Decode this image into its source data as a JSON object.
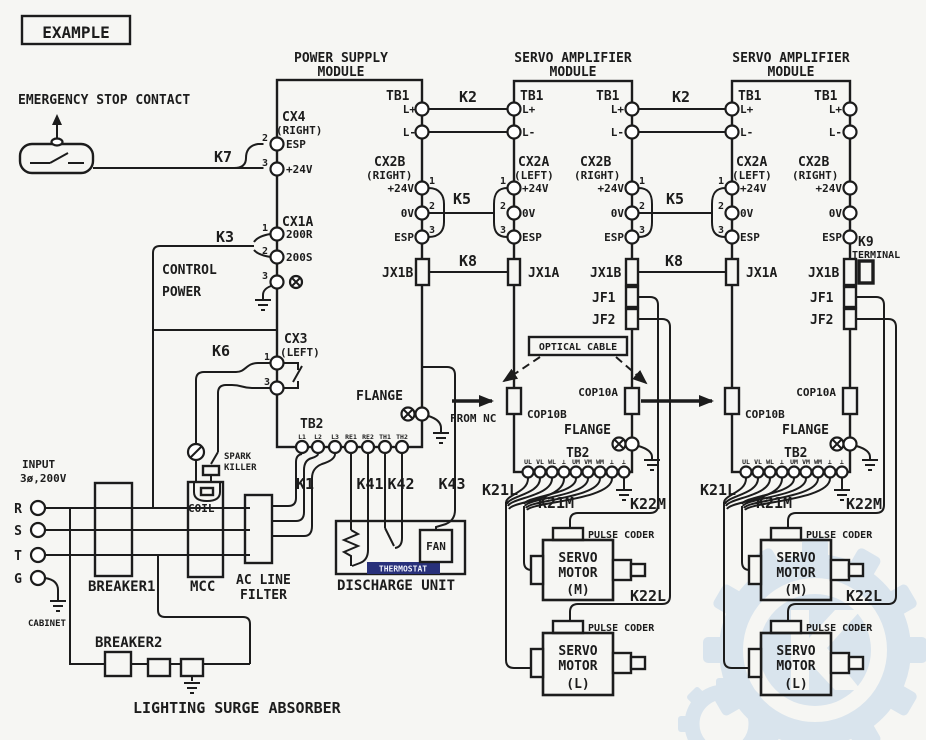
{
  "colors": {
    "background": "#f6f6f3",
    "line": "#1c1c1c",
    "thermostat_bg": "#28307a",
    "thermostat_text": "#eef0fa",
    "watermark": "#bdd3e8"
  },
  "example": "EXAMPLE",
  "emergency_stop": "EMERGENCY STOP CONTACT",
  "input": {
    "title1": "INPUT",
    "title2": "3ø,200V",
    "r": "R",
    "s": "S",
    "t": "T",
    "g": "G",
    "cabinet": "CABINET"
  },
  "chain": {
    "breaker1": "BREAKER1",
    "mcc": "MCC",
    "coil": "COIL",
    "spark1": "SPARK",
    "spark2": "KILLER",
    "filter1": "AC LINE",
    "filter2": "FILTER",
    "breaker2": "BREAKER2",
    "surge": "LIGHTING SURGE ABSORBER"
  },
  "discharge": {
    "title": "DISCHARGE UNIT",
    "thermostat": "THERMOSTAT",
    "fan": "FAN"
  },
  "control": {
    "line1": "CONTROL",
    "line2": "POWER"
  },
  "labels": {
    "optical": "OPTICAL CABLE",
    "from_nc": "FROM NC",
    "k9": "K9",
    "k9_terminal": "TERMINAL"
  },
  "cables": {
    "k7": "K7",
    "k3": "K3",
    "k6": "K6",
    "k1": "K1",
    "k41": "K41",
    "k42": "K42",
    "k43": "K43",
    "k2": "K2",
    "k5": "K5",
    "k8": "K8",
    "k21l": "K21L",
    "k21m": "K21M",
    "k22m": "K22M",
    "k22l": "K22L"
  },
  "common": {
    "tb1": "TB1",
    "tb2": "TB2",
    "lplus": "L+",
    "lminus": "L-",
    "p24": "+24V",
    "v0": "0V",
    "esp": "ESP",
    "n1": "1",
    "n2": "2",
    "n3": "3",
    "module": "MODULE",
    "servo_amplifier": "SERVO AMPLIFIER",
    "cx2a": "CX2A",
    "cx2b": "CX2B",
    "left": "(LEFT)",
    "right": "(RIGHT)",
    "jx1a": "JX1A",
    "jx1b": "JX1B",
    "jf1": "JF1",
    "jf2": "JF2",
    "cop10a": "COP10A",
    "cop10b": "COP10B",
    "flange": "FLANGE",
    "pulse_coder": "PULSE CODER",
    "servo": "SERVO",
    "motor": "MOTOR",
    "m": "(M)",
    "l": "(L)"
  },
  "psm": {
    "title": "POWER SUPPLY",
    "cx4": "CX4",
    "cx1a": "CX1A",
    "cx3": "CX3",
    "r200": "200R",
    "s200": "200S",
    "tb2_labels": [
      "L1",
      "L2",
      "L3",
      "RE1",
      "RE2",
      "TH1",
      "TH2"
    ]
  },
  "servo_tb2_labels": [
    "UL",
    "VL",
    "WL",
    "⊥",
    "UM",
    "VM",
    "WM",
    "⊥",
    "⊥"
  ]
}
